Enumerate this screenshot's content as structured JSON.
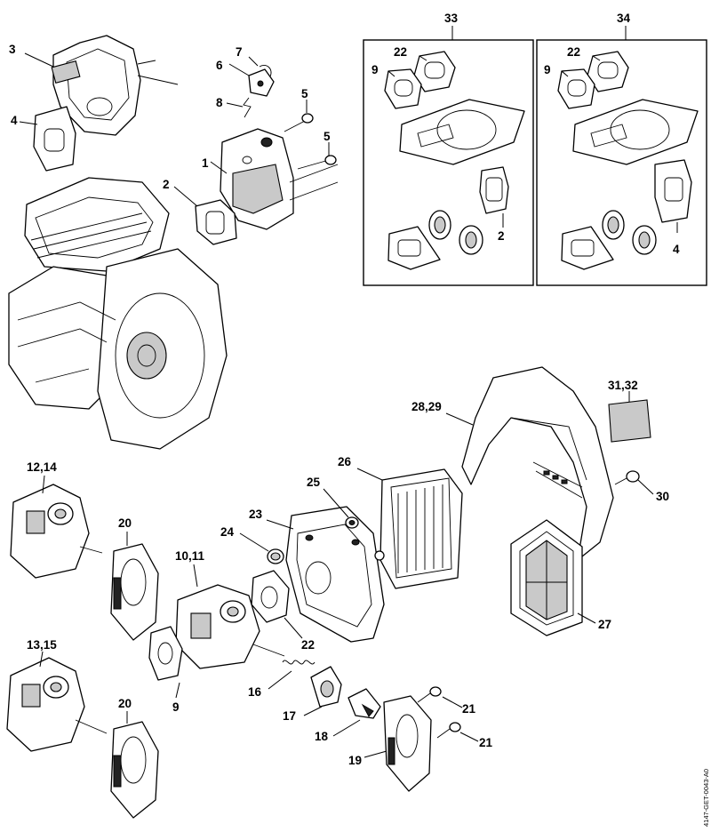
{
  "labels": {
    "p1": "1",
    "p2a": "2",
    "p2b": "2",
    "p3": "3",
    "p4a": "4",
    "p4b": "4",
    "p5a": "5",
    "p5b": "5",
    "p6": "6",
    "p7": "7",
    "p8": "8",
    "p9a": "9",
    "p9b": "9",
    "p9c": "9",
    "p10_11": "10,11",
    "p12_14": "12,14",
    "p13_15": "13,15",
    "p16": "16",
    "p17": "17",
    "p18": "18",
    "p19": "19",
    "p20a": "20",
    "p20b": "20",
    "p21a": "21",
    "p21b": "21",
    "p22a": "22",
    "p22b": "22",
    "p22c": "22",
    "p23": "23",
    "p24": "24",
    "p25": "25",
    "p26": "26",
    "p27": "27",
    "p28_29": "28,29",
    "p30": "30",
    "p31_32": "31,32",
    "p33": "33",
    "p34": "34"
  },
  "document_code": "4147-GET-0043-A0"
}
